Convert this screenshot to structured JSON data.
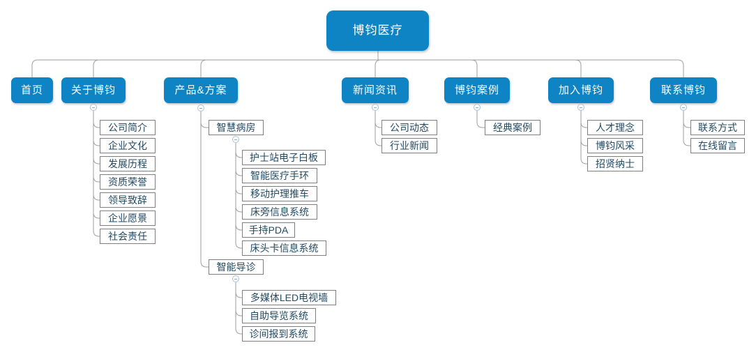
{
  "root": {
    "label": "博钧医疗"
  },
  "branches": [
    {
      "label": "首页",
      "children": []
    },
    {
      "label": "关于博钧",
      "children": [
        {
          "label": "公司简介"
        },
        {
          "label": "企业文化"
        },
        {
          "label": "发展历程"
        },
        {
          "label": "资质荣誉"
        },
        {
          "label": "领导致辞"
        },
        {
          "label": "企业愿景"
        },
        {
          "label": "社会责任"
        }
      ]
    },
    {
      "label": "产品&方案",
      "children": [
        {
          "label": "智慧病房",
          "children": [
            {
              "label": "护士站电子白板"
            },
            {
              "label": "智能医疗手环"
            },
            {
              "label": "移动护理推车"
            },
            {
              "label": "床旁信息系统"
            },
            {
              "label": "手持PDA"
            },
            {
              "label": "床头卡信息系统"
            }
          ]
        },
        {
          "label": "智能导诊",
          "children": [
            {
              "label": "多媒体LED电视墙"
            },
            {
              "label": "自助导览系统"
            },
            {
              "label": "诊间报到系统"
            }
          ]
        }
      ]
    },
    {
      "label": "新闻资讯",
      "children": [
        {
          "label": "公司动态"
        },
        {
          "label": "行业新闻"
        }
      ]
    },
    {
      "label": "博钧案例",
      "children": [
        {
          "label": "经典案例"
        }
      ]
    },
    {
      "label": "加入博钧",
      "children": [
        {
          "label": "人才理念"
        },
        {
          "label": "博钧风采"
        },
        {
          "label": "招贤纳士"
        }
      ]
    },
    {
      "label": "联系博钧",
      "children": [
        {
          "label": "联系方式"
        },
        {
          "label": "在线留言"
        }
      ]
    }
  ],
  "icons": {
    "collapse": "minus-circle"
  },
  "colors": {
    "topic_fill": "#0e84c4",
    "topic_text": "#ffffff",
    "subtopic_text": "#224a63",
    "subtopic_border": "#7f7f7f",
    "connector": "#9e9e9e",
    "background": "#ffffff"
  }
}
